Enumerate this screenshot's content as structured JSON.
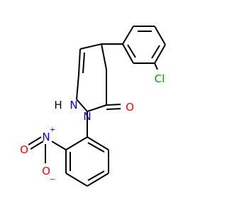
{
  "molecule": {
    "atoms": {
      "cl": {
        "label": "Cl",
        "color": "#00a000"
      },
      "o_carbonyl": {
        "label": "O",
        "color": "#ff0000"
      },
      "nh": {
        "label": "N",
        "color": "#0000ff"
      },
      "h": {
        "label": "H",
        "color": "#000000"
      },
      "n_ring": {
        "label": "N",
        "color": "#0000ff"
      },
      "n_nitro": {
        "label": "N",
        "color": "#0000ff"
      },
      "n_nitro_charge": {
        "label": "+",
        "color": "#0000ff"
      },
      "o_nitro_double": {
        "label": "O",
        "color": "#ff0000"
      },
      "o_nitro_single": {
        "label": "O",
        "color": "#ff0000"
      },
      "o_nitro_charge": {
        "label": "−",
        "color": "#ff0000"
      }
    }
  }
}
